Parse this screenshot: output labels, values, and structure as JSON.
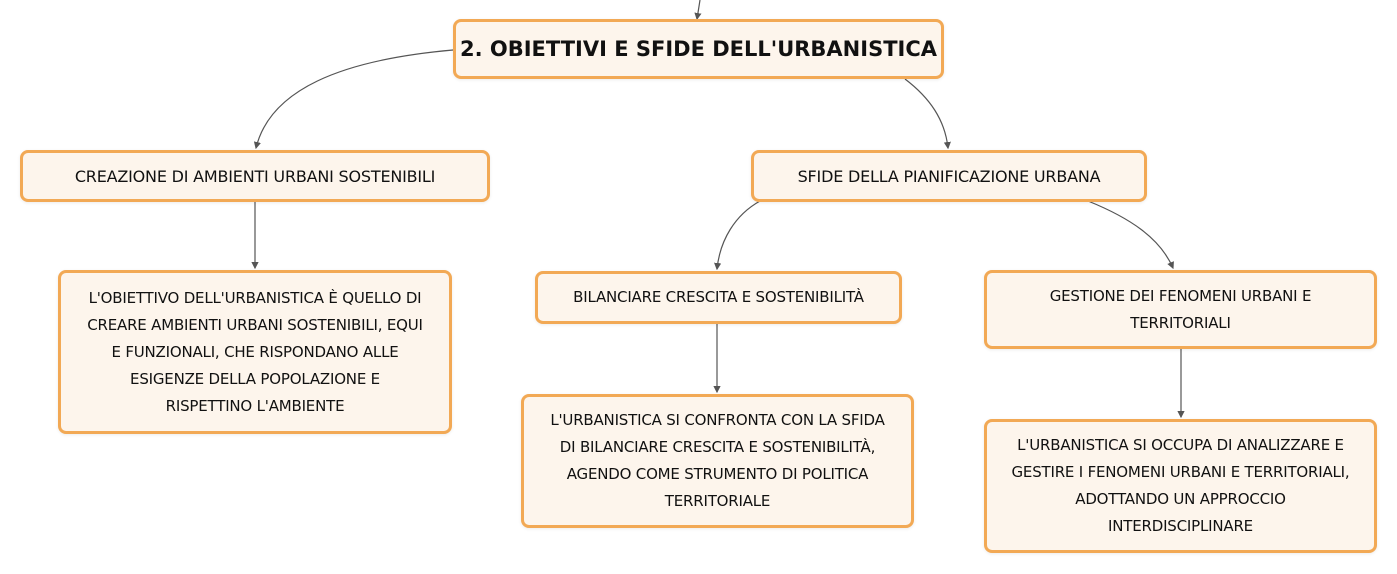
{
  "colors": {
    "border": "#f2a955",
    "fill": "#fdf5ec",
    "link": "#555555"
  },
  "root": {
    "label": "2. OBIETTIVI E SFIDE DELL'URBANISTICA"
  },
  "branches": [
    {
      "label": "CREAZIONE DI AMBIENTI URBANI SOSTENIBILI",
      "children": [
        {
          "label": "L'OBIETTIVO DELL'URBANISTICA È QUELLO DI\nCREARE AMBIENTI URBANI SOSTENIBILI, EQUI\nE FUNZIONALI, CHE RISPONDANO ALLE\nESIGENZE DELLA POPOLAZIONE E\nRISPETTINO L'AMBIENTE"
        }
      ]
    },
    {
      "label": "SFIDE DELLA PIANIFICAZIONE URBANA",
      "children": [
        {
          "label": "BILANCIARE CRESCITA E SOSTENIBILITÀ",
          "detail": "L'URBANISTICA SI CONFRONTA CON LA SFIDA\nDI BILANCIARE CRESCITA E SOSTENIBILITÀ,\nAGENDO COME STRUMENTO DI POLITICA\nTERRITORIALE"
        },
        {
          "label": "GESTIONE DEI FENOMENI URBANI E\nTERRITORIALI",
          "detail": "L'URBANISTICA SI OCCUPA DI ANALIZZARE E\nGESTIRE I FENOMENI URBANI E TERRITORIALI,\nADOTTANDO UN APPROCCIO\nINTERDISCIPLINARE"
        }
      ]
    }
  ]
}
